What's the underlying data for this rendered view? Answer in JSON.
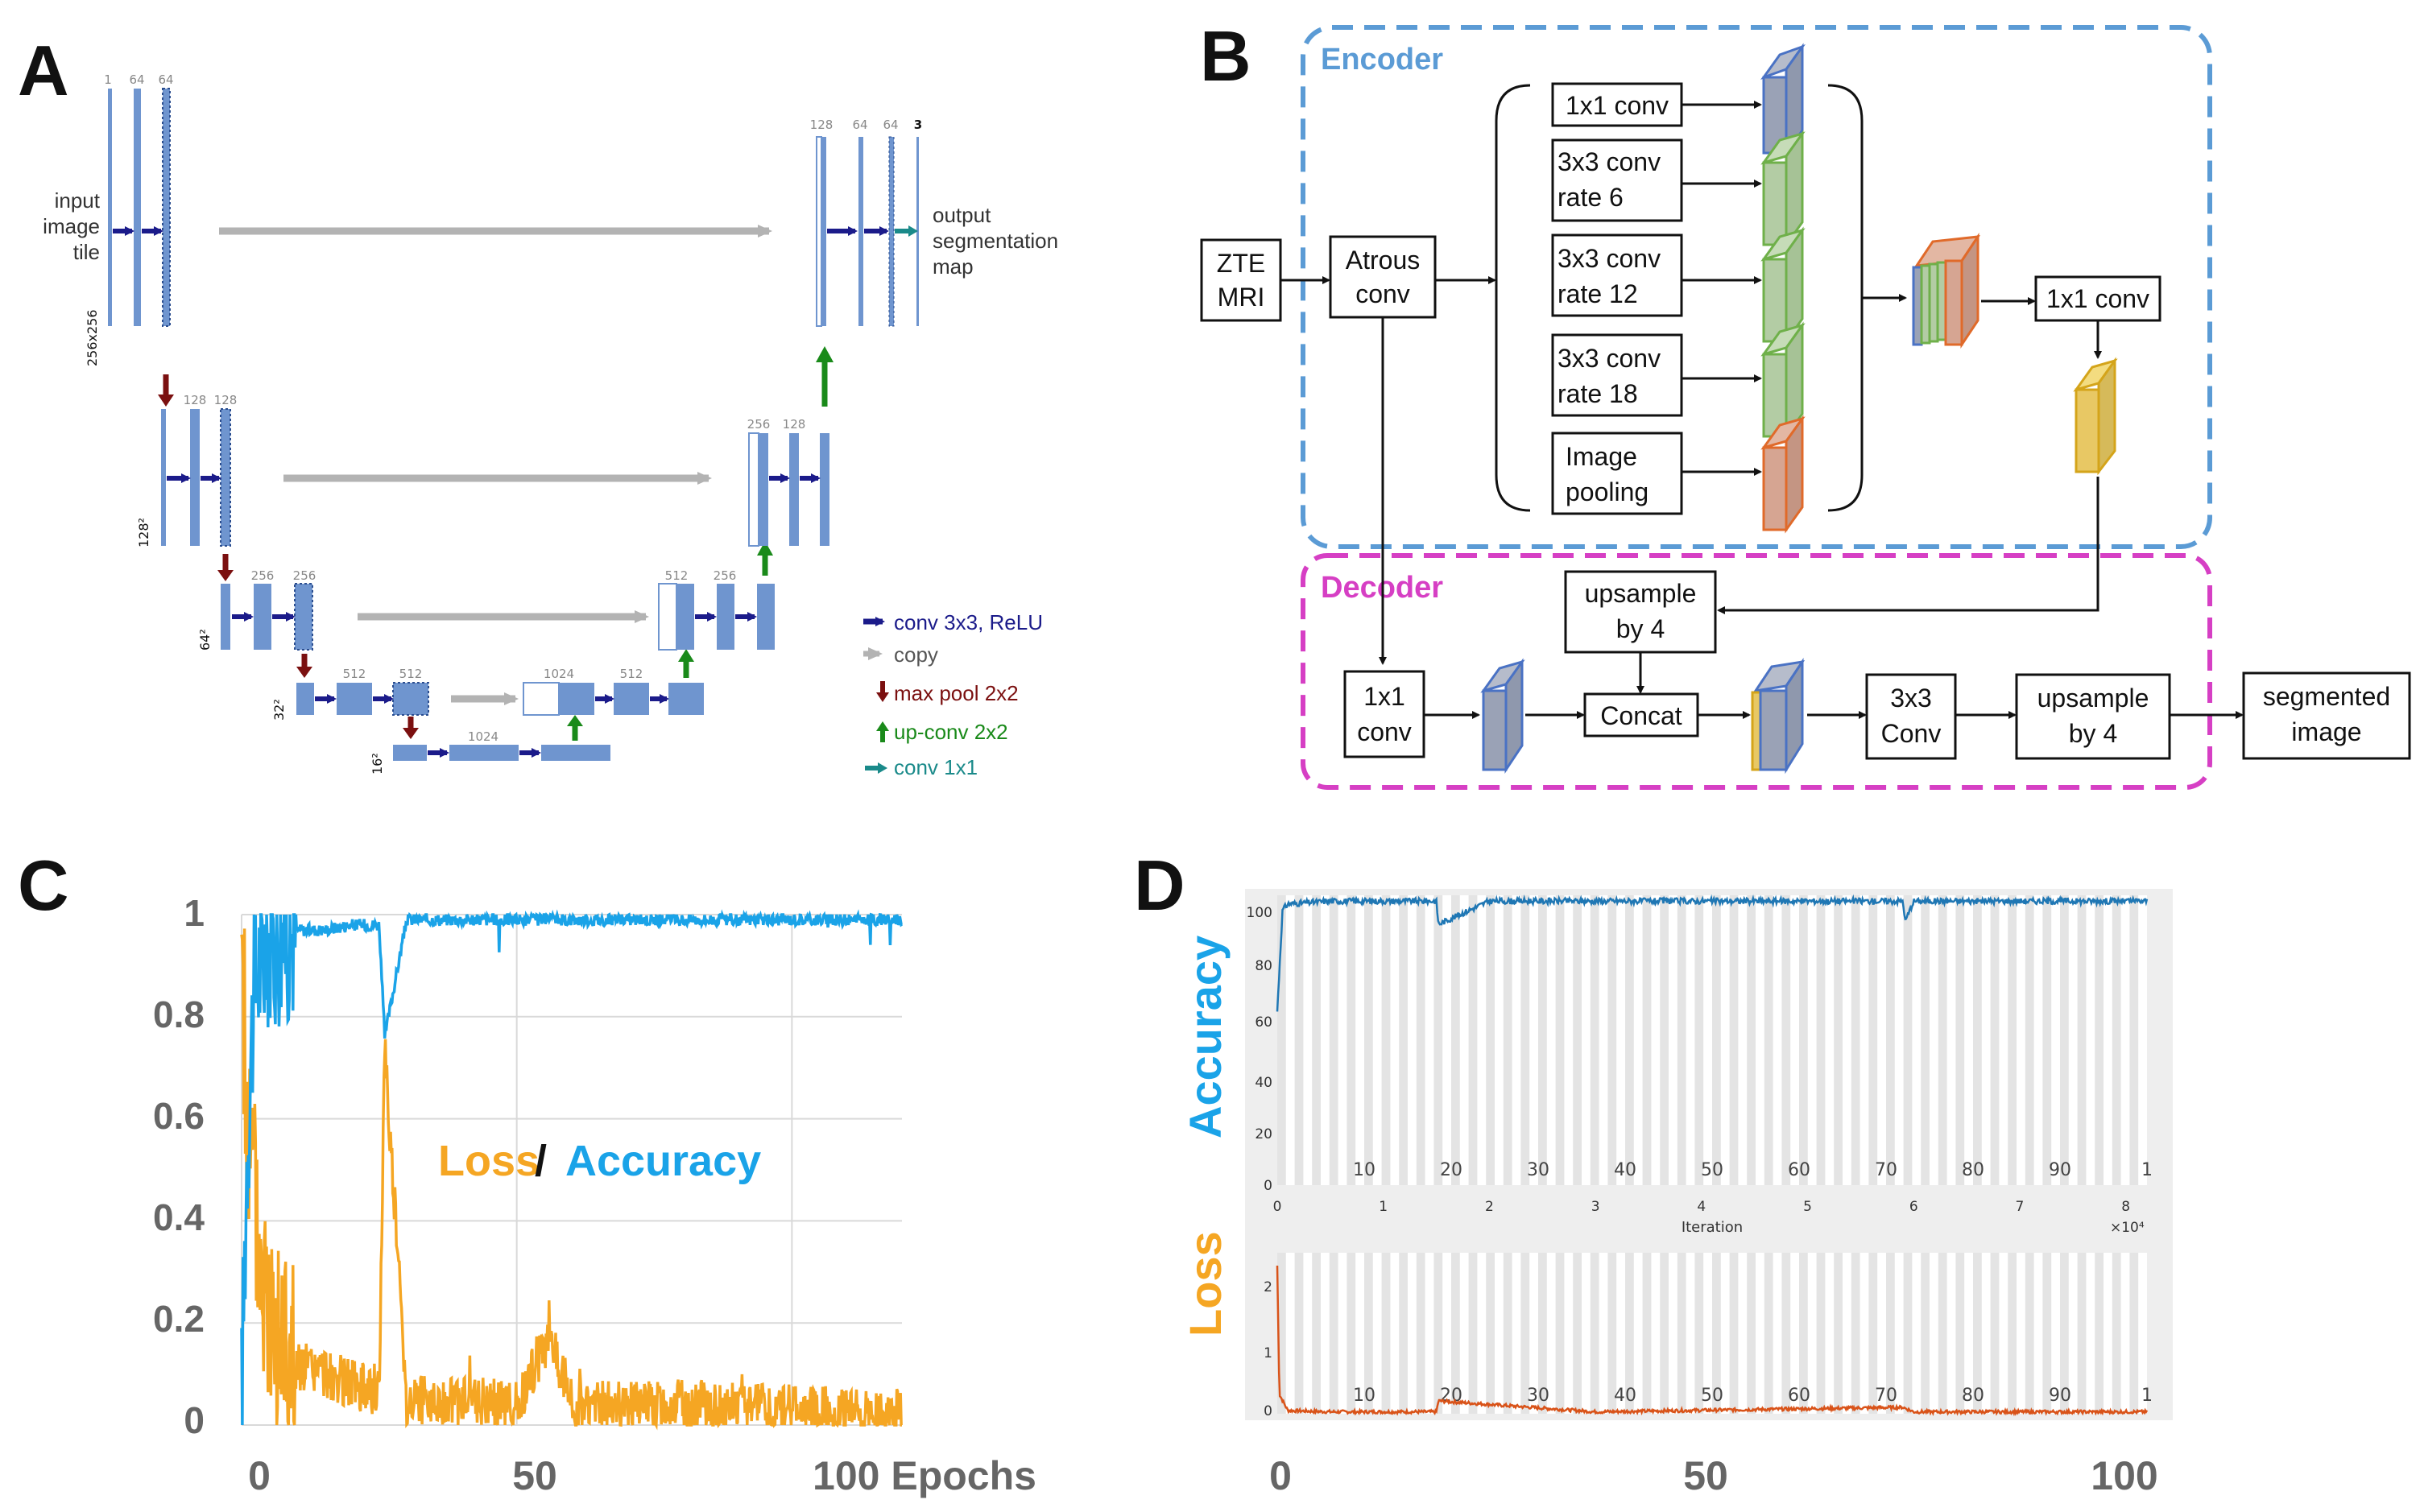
{
  "panels": {
    "a": "A",
    "b": "B",
    "c": "C",
    "d": "D"
  },
  "unet": {
    "input_label": [
      "input",
      "image",
      "tile"
    ],
    "output_label": [
      "output",
      "segmentation",
      "map"
    ],
    "res": [
      "256x256",
      "128²",
      "64²",
      "32²",
      "16²"
    ],
    "ch": {
      "l1": [
        "1",
        "64",
        "64"
      ],
      "r1": [
        "128",
        "64",
        "64",
        "3"
      ],
      "l2": [
        "128",
        "128"
      ],
      "r2": [
        "256",
        "128"
      ],
      "l3": [
        "256",
        "256"
      ],
      "r3": [
        "512",
        "256"
      ],
      "l4": [
        "512",
        "512"
      ],
      "r4": [
        "1024",
        "512"
      ],
      "b": "1024"
    },
    "legend": [
      "conv 3x3, ReLU",
      "copy",
      "max pool 2x2",
      "up-conv 2x2",
      "conv 1x1"
    ],
    "colors": {
      "conv": "#1b1b8a",
      "copy": "#b3b3b3",
      "pool": "#7b1010",
      "upconv": "#1a8a1a",
      "conv1x1": "#1a8a8a",
      "block": "#6f95cf"
    }
  },
  "deeplab": {
    "encoder_title": "Encoder",
    "decoder_title": "Decoder",
    "zte": [
      "ZTE",
      "MRI"
    ],
    "atrous": [
      "Atrous",
      "conv"
    ],
    "branches": [
      [
        "1x1 conv"
      ],
      [
        "3x3 conv",
        "rate 6"
      ],
      [
        "3x3 conv",
        "rate 12"
      ],
      [
        "3x3 conv",
        "rate 18"
      ],
      [
        "Image",
        "pooling"
      ]
    ],
    "enc_1x1": "1x1 conv",
    "upsample1": [
      "upsample",
      "by 4"
    ],
    "dec_1x1": [
      "1x1",
      "conv"
    ],
    "concat": "Concat",
    "conv3x3": [
      "3x3",
      "Conv"
    ],
    "upsample2": [
      "upsample",
      "by 4"
    ],
    "output": [
      "segmented",
      "image"
    ],
    "colors": {
      "encoder": "#5b9bd5",
      "decoder": "#d63fc4"
    }
  },
  "chart_c": {
    "y_ticks": [
      "0",
      "0.2",
      "0.4",
      "0.6",
      "0.8",
      "1"
    ],
    "x_ticks": [
      "0",
      "50",
      "100 Epochs"
    ],
    "legend_loss": "Loss",
    "legend_sep": "/",
    "legend_acc": "Accuracy",
    "colors": {
      "loss": "#f5a623",
      "accuracy": "#1aa3e8"
    }
  },
  "chart_d": {
    "acc_label": "Accuracy",
    "loss_label": "Loss",
    "acc_yticks": [
      "0",
      "20",
      "40",
      "60",
      "80",
      "100"
    ],
    "loss_yticks": [
      "0",
      "1",
      "2"
    ],
    "iter_ticks": [
      "0",
      "1",
      "2",
      "3",
      "4",
      "5",
      "6",
      "7",
      "8"
    ],
    "epoch_ticks": [
      "10",
      "20",
      "30",
      "40",
      "50",
      "60",
      "70",
      "80",
      "90",
      "1"
    ],
    "iter_label": "Iteration",
    "iter_exp": "×10⁴",
    "bottom_ticks": [
      "0",
      "50",
      "100"
    ],
    "colors": {
      "accuracy": "#1aa3e8",
      "loss": "#f5a623",
      "acc_line": "#1f77b4",
      "loss_line": "#d95319"
    }
  },
  "chart_data": [
    {
      "type": "line",
      "xlabel": "Epochs",
      "ylim": [
        0,
        1
      ],
      "x_range": [
        0,
        120
      ],
      "series": [
        {
          "name": "Loss",
          "x": [
            0,
            1,
            2,
            3,
            5,
            8,
            10,
            15,
            20,
            25,
            26,
            30,
            40,
            50,
            56,
            60,
            80,
            100,
            120
          ],
          "values": [
            1.0,
            0.55,
            0.5,
            0.35,
            0.22,
            0.15,
            0.12,
            0.1,
            0.08,
            0.06,
            0.75,
            0.05,
            0.05,
            0.04,
            0.18,
            0.04,
            0.04,
            0.03,
            0.02
          ]
        },
        {
          "name": "Accuracy",
          "x": [
            0,
            1,
            2,
            3,
            5,
            8,
            10,
            15,
            20,
            25,
            26,
            30,
            40,
            50,
            60,
            80,
            100,
            120
          ],
          "values": [
            0.05,
            0.55,
            0.8,
            0.9,
            0.95,
            0.96,
            0.97,
            0.97,
            0.98,
            0.98,
            0.76,
            0.99,
            0.99,
            0.99,
            0.99,
            0.99,
            0.99,
            0.99
          ]
        }
      ]
    },
    {
      "type": "line",
      "title": "",
      "xlabel": "Iteration",
      "ylabel": "Accuracy",
      "ylim": [
        0,
        100
      ],
      "x_range": [
        0,
        8.2
      ],
      "series": [
        {
          "name": "Accuracy",
          "x": [
            0,
            0.05,
            0.1,
            0.5,
            1.0,
            1.5,
            1.52,
            2.0,
            4.0,
            5.9,
            5.92,
            6.0,
            8.2
          ],
          "values": [
            60,
            95,
            97,
            98,
            98,
            98,
            90,
            98,
            98,
            98,
            91,
            98,
            98
          ]
        }
      ]
    },
    {
      "type": "line",
      "xlabel": "Iteration",
      "ylabel": "Loss",
      "ylim": [
        0,
        2.5
      ],
      "x_range": [
        0,
        8.2
      ],
      "series": [
        {
          "name": "Loss",
          "x": [
            0,
            0.02,
            0.1,
            0.5,
            1.5,
            1.52,
            3.0,
            5.9,
            6.0,
            8.2
          ],
          "values": [
            2.3,
            0.3,
            0.05,
            0.03,
            0.03,
            0.2,
            0.03,
            0.1,
            0.03,
            0.03
          ]
        }
      ]
    }
  ]
}
